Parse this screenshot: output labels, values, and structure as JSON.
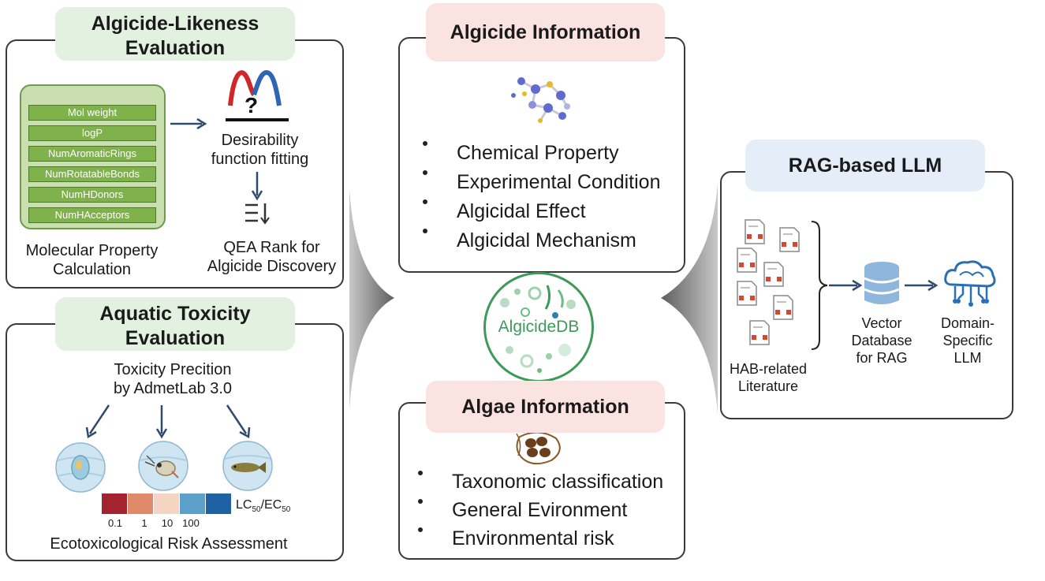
{
  "likeness": {
    "title_line1": "Algicide-Likeness",
    "title_line2": "Evaluation",
    "properties": [
      "Mol weight",
      "logP",
      "NumAromaticRings",
      "NumRotatableBonds",
      "NumHDonors",
      "NumHAcceptors"
    ],
    "calc_label_line1": "Molecular Property",
    "calc_label_line2": "Calculation",
    "fit_label_line1": "Desirability",
    "fit_label_line2": "function fitting",
    "rank_label_line1": "QEA Rank for",
    "rank_label_line2": "Algicide Discovery",
    "question_mark": "?"
  },
  "toxicity": {
    "title_line1": "Aquatic Toxicity",
    "title_line2": "Evaluation",
    "prediction_line1": "Toxicity Precition",
    "prediction_line2": "by AdmetLab 3.0",
    "legend_ticks": [
      "0.1",
      "1",
      "10",
      "100"
    ],
    "legend_colors": [
      "#a3232e",
      "#e08a6a",
      "#f6d4c4",
      "#5aa0c8",
      "#1f62a3"
    ],
    "legend_label_main": "LC",
    "legend_label_sub1": "50",
    "legend_label_sep": "/EC",
    "legend_label_sub2": "50",
    "footer": "Ecotoxicological Risk Assessment"
  },
  "algicide_info": {
    "title": "Algicide Information",
    "items": [
      "Chemical Property",
      "Experimental Condition",
      "Algicidal Effect",
      "Algicidal Mechanism"
    ]
  },
  "center_logo": {
    "label": "AlgicideDB"
  },
  "algae_info": {
    "title": "Algae Information",
    "items": [
      "Taxonomic classification",
      "General Evironment",
      "Environmental risk"
    ]
  },
  "rag": {
    "title": "RAG-based LLM",
    "literature_line1": "HAB-related",
    "literature_line2": "Literature",
    "vector_line1": "Vector",
    "vector_line2": "Database",
    "vector_line3": "for RAG",
    "llm_line1": "Domain-",
    "llm_line2": "Specific",
    "llm_line3": "LLM"
  },
  "colors": {
    "panel_border": "#3a3a3a",
    "green_tag": "#e3f1e1",
    "pink_tag": "#fbe3e1",
    "blue_tag": "#e5edf8",
    "arrow": "#2f4a6e",
    "logo_green": "#3e9a5a"
  }
}
